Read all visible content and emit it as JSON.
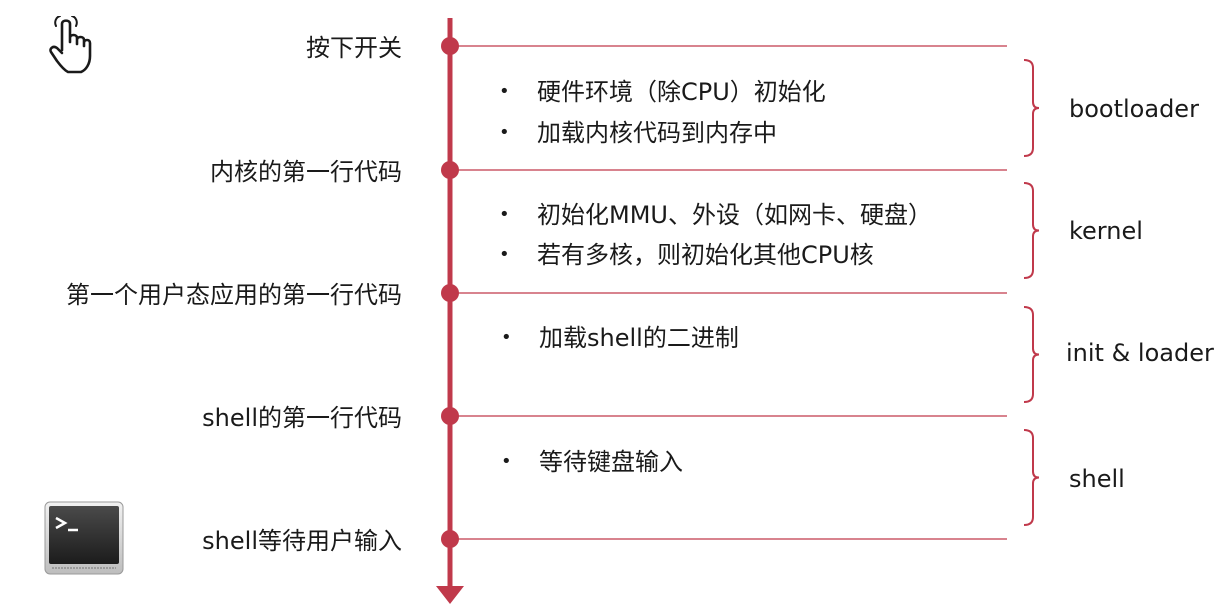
{
  "diagram": {
    "accent_color": "#c0394b",
    "stages": [
      {
        "label": "按下开关"
      },
      {
        "label": "内核的第一行代码"
      },
      {
        "label": "第一个用户态应用的第一行代码"
      },
      {
        "label": "shell的第一行代码"
      },
      {
        "label": "shell等待用户输入"
      }
    ],
    "phases": [
      {
        "label": "bootloader",
        "items": [
          "硬件环境（除CPU）初始化",
          "加载内核代码到内存中"
        ]
      },
      {
        "label": "kernel",
        "items": [
          "初始化MMU、外设（如网卡、硬盘）",
          "若有多核，则初始化其他CPU核"
        ]
      },
      {
        "label": "init & loader",
        "items": [
          "加载shell的二进制"
        ]
      },
      {
        "label": "shell",
        "items": [
          "等待键盘输入"
        ]
      }
    ],
    "icons": {
      "start": "hand-pointer-icon",
      "end": "terminal-icon"
    },
    "bullet_symbol": "•"
  }
}
